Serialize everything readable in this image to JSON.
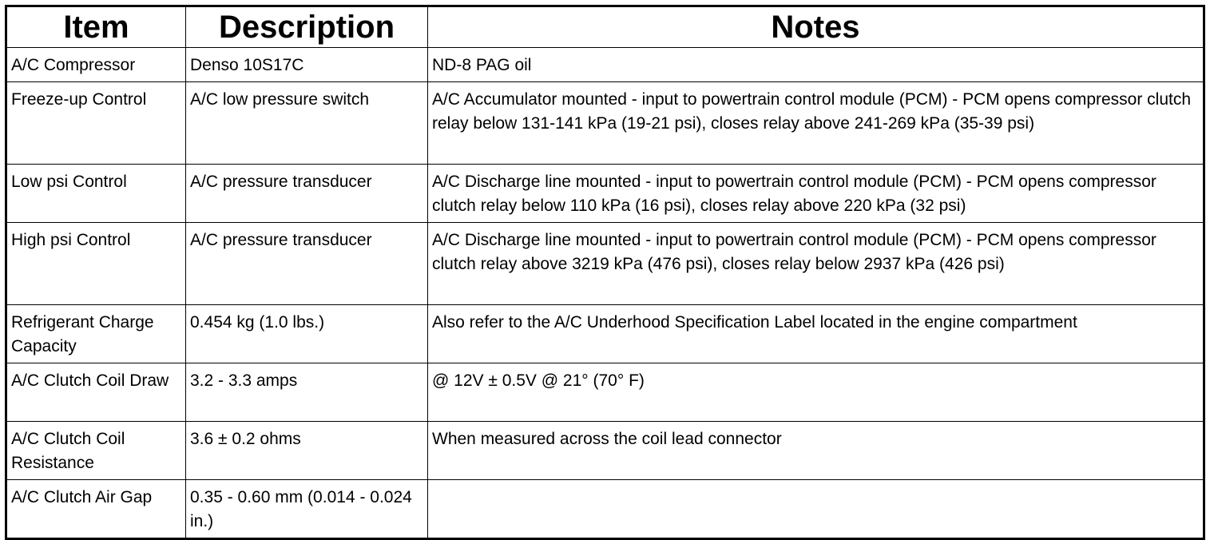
{
  "table": {
    "headers": {
      "item": "Item",
      "description": "Description",
      "notes": "Notes"
    },
    "rows": [
      {
        "item": "A/C Compressor",
        "description": "Denso 10S17C",
        "notes": "ND-8 PAG oil"
      },
      {
        "item": "Freeze-up Control",
        "description": "A/C low pressure switch",
        "notes": "A/C Accumulator mounted - input to powertrain control module (PCM) - PCM opens compressor clutch relay below 131-141 kPa (19-21 psi), closes relay above 241-269 kPa (35-39 psi)"
      },
      {
        "item": "Low psi Control",
        "description": "A/C pressure transducer",
        "notes": "A/C Discharge line mounted - input to powertrain control module (PCM) - PCM opens compressor clutch relay below 110 kPa (16 psi), closes relay above 220 kPa (32 psi)"
      },
      {
        "item": "High psi Control",
        "description": "A/C pressure transducer",
        "notes": "A/C Discharge line mounted - input to powertrain control module (PCM) - PCM opens compressor clutch relay above 3219 kPa (476 psi), closes relay below 2937 kPa (426 psi)"
      },
      {
        "item": "Refrigerant Charge Capacity",
        "description": "0.454 kg (1.0 lbs.)",
        "notes": "Also refer to the A/C Underhood Specification Label located in the engine compartment"
      },
      {
        "item": "A/C Clutch Coil Draw",
        "description": "3.2 - 3.3 amps",
        "notes": "@ 12V ± 0.5V @ 21° (70° F)"
      },
      {
        "item": "A/C Clutch Coil Resistance",
        "description": "3.6 ± 0.2 ohms",
        "notes": "When measured across the coil lead connector"
      },
      {
        "item": "A/C Clutch Air Gap",
        "description": "0.35 - 0.60 mm (0.014 - 0.024 in.)",
        "notes": ""
      }
    ]
  }
}
